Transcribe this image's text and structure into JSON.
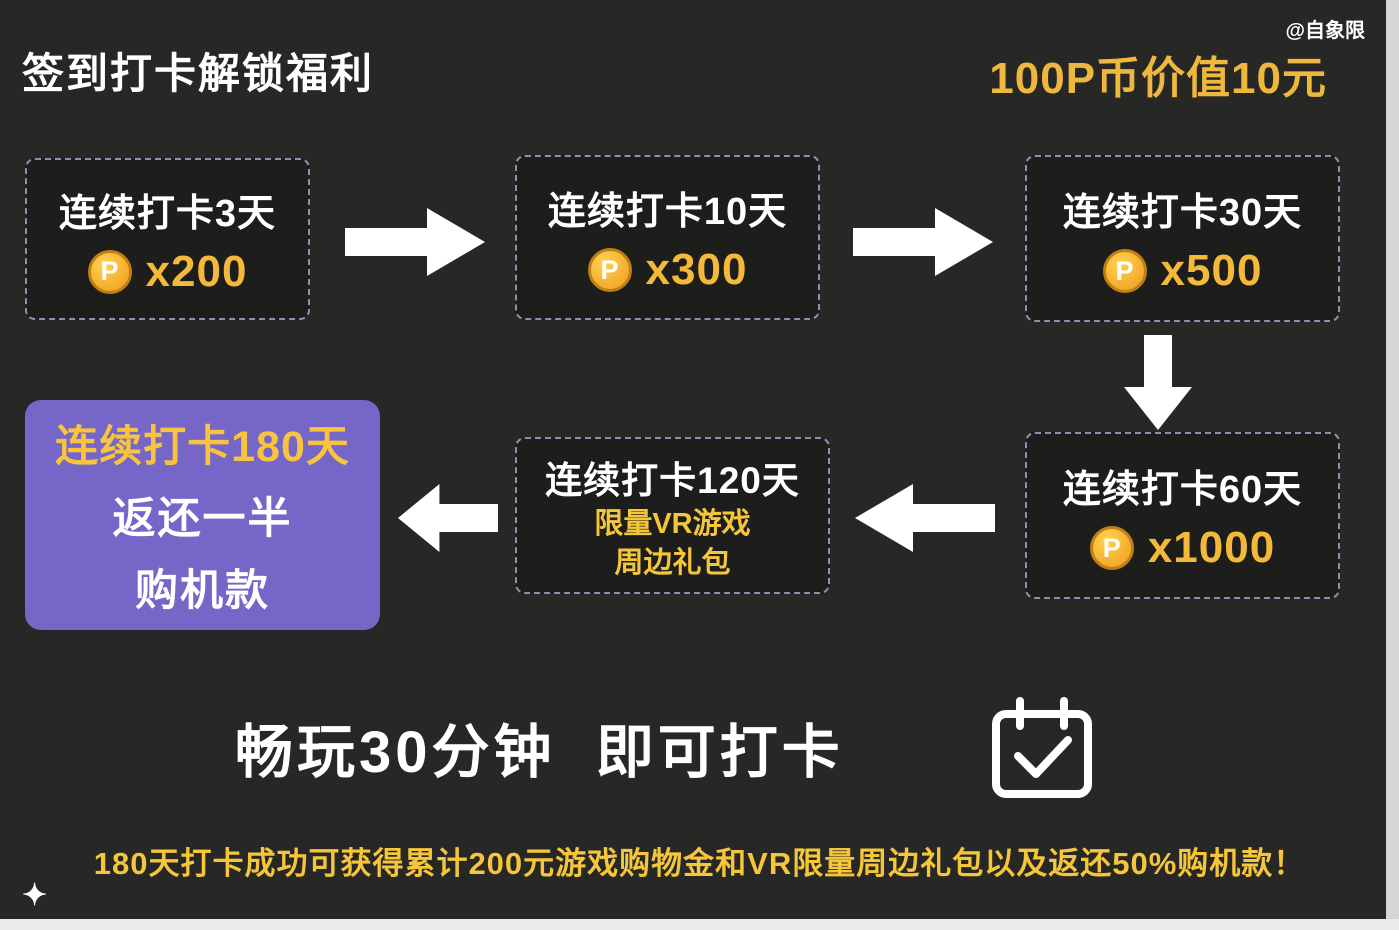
{
  "header": {
    "title": "签到打卡解锁福利",
    "value_note": "100P币价值10元",
    "watermark": "@自象限"
  },
  "flow": {
    "coin_letter": "P",
    "steps": [
      {
        "title": "连续打卡3天",
        "reward_amount": "x200"
      },
      {
        "title": "连续打卡10天",
        "reward_amount": "x300"
      },
      {
        "title": "连续打卡30天",
        "reward_amount": "x500"
      },
      {
        "title": "连续打卡60天",
        "reward_amount": "x1000"
      },
      {
        "title": "连续打卡120天",
        "reward_line1": "限量VR游戏",
        "reward_line2": "周边礼包"
      },
      {
        "title": "连续打卡180天",
        "reward_line1": "返还一半",
        "reward_line2": "购机款"
      }
    ]
  },
  "footer": {
    "play_rule": "畅玩30分钟  即可打卡",
    "summary": "180天打卡成功可获得累计200元游戏购物金和VR限量周边礼包以及返还50%购机款！",
    "sparkle": "✦"
  },
  "colors": {
    "background": "#272726",
    "gold": "#f5b93a",
    "purple": "#7566c8",
    "box_border": "#8e8eb2",
    "white": "#ffffff"
  }
}
